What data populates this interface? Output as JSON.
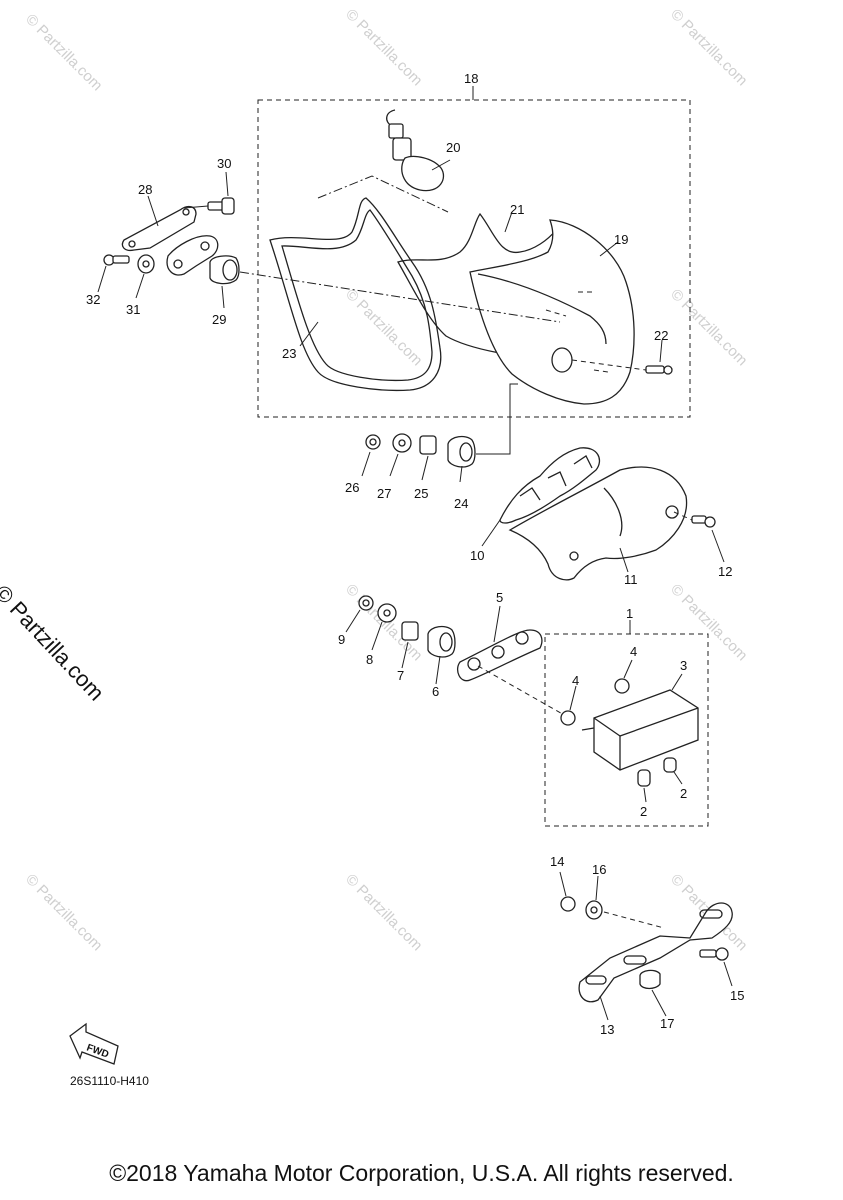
{
  "callouts": [
    {
      "id": "c1",
      "text": "1"
    },
    {
      "id": "c2a",
      "text": "2"
    },
    {
      "id": "c2b",
      "text": "2"
    },
    {
      "id": "c3",
      "text": "3"
    },
    {
      "id": "c4a",
      "text": "4"
    },
    {
      "id": "c4b",
      "text": "4"
    },
    {
      "id": "c5",
      "text": "5"
    },
    {
      "id": "c6",
      "text": "6"
    },
    {
      "id": "c7",
      "text": "7"
    },
    {
      "id": "c8",
      "text": "8"
    },
    {
      "id": "c9",
      "text": "9"
    },
    {
      "id": "c10",
      "text": "10"
    },
    {
      "id": "c11",
      "text": "11"
    },
    {
      "id": "c12",
      "text": "12"
    },
    {
      "id": "c13",
      "text": "13"
    },
    {
      "id": "c14",
      "text": "14"
    },
    {
      "id": "c15",
      "text": "15"
    },
    {
      "id": "c16",
      "text": "16"
    },
    {
      "id": "c17",
      "text": "17"
    },
    {
      "id": "c18",
      "text": "18"
    },
    {
      "id": "c19",
      "text": "19"
    },
    {
      "id": "c20",
      "text": "20"
    },
    {
      "id": "c21",
      "text": "21"
    },
    {
      "id": "c22",
      "text": "22"
    },
    {
      "id": "c23",
      "text": "23"
    },
    {
      "id": "c24",
      "text": "24"
    },
    {
      "id": "c25",
      "text": "25"
    },
    {
      "id": "c26",
      "text": "26"
    },
    {
      "id": "c27",
      "text": "27"
    },
    {
      "id": "c28",
      "text": "28"
    },
    {
      "id": "c29",
      "text": "29"
    },
    {
      "id": "c30",
      "text": "30"
    },
    {
      "id": "c31",
      "text": "31"
    },
    {
      "id": "c32",
      "text": "32"
    }
  ],
  "watermark": "© Partzilla.com",
  "side_watermark": "© Partzilla.com",
  "fwd_label": "FWD",
  "diagram_code": "26S1110-H410",
  "copyright": "©2018 Yamaha Motor Corporation, U.S.A. All rights reserved.",
  "colors": {
    "line": "#222222",
    "watermark": "#cfcfcf",
    "background": "#ffffff"
  }
}
